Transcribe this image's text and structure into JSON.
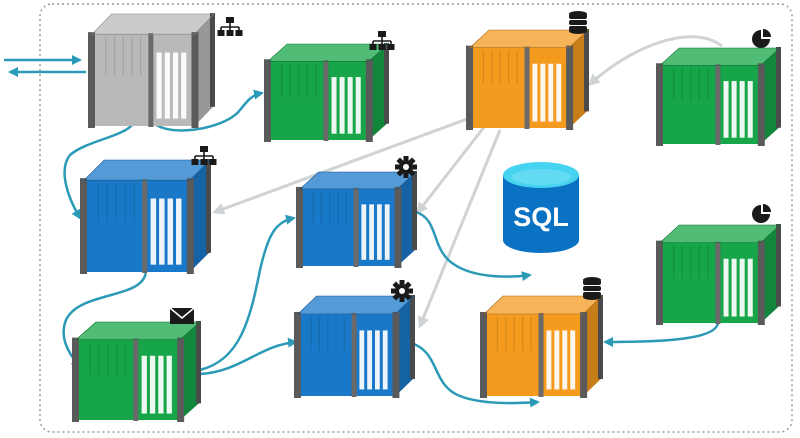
{
  "colors": {
    "gray": "#b9b9b9",
    "green": "#16a548",
    "blue": "#1a78c8",
    "orange": "#f39a1f",
    "teal": "#2a9ab7",
    "connector": "#cfd3d6",
    "boundary": "#9a9a9a",
    "sql_blue": "#0a72c3",
    "sql_top": "#46d3ef"
  },
  "containers": [
    {
      "name": "container-gray-gateway",
      "color": "gray",
      "icon": "org-chart-icon"
    },
    {
      "name": "container-green-top",
      "color": "green",
      "icon": "org-chart-icon"
    },
    {
      "name": "container-orange-top",
      "color": "orange",
      "icon": "database-icon"
    },
    {
      "name": "container-green-top-right",
      "color": "green",
      "icon": "pie-chart-icon"
    },
    {
      "name": "container-blue-left",
      "color": "blue",
      "icon": "org-chart-icon"
    },
    {
      "name": "container-blue-middle-upper",
      "color": "blue",
      "icon": "gear-icon"
    },
    {
      "name": "container-green-right",
      "color": "green",
      "icon": "pie-chart-icon"
    },
    {
      "name": "container-green-bottom-left",
      "color": "green",
      "icon": "mail-icon"
    },
    {
      "name": "container-blue-middle-lower",
      "color": "blue",
      "icon": "gear-icon"
    },
    {
      "name": "container-orange-bottom",
      "color": "orange",
      "icon": "database-icon"
    }
  ],
  "sql_store": {
    "label": "SQL",
    "icon": "sql-database-icon"
  }
}
